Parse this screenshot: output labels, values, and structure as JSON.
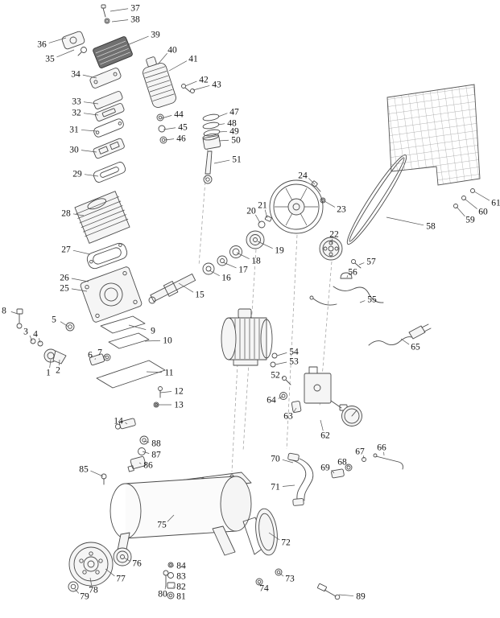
{
  "diagram": {
    "figure_type": "exploded-parts-diagram",
    "background_color": "#ffffff",
    "line_color": "#4a4a4a",
    "label_color": "#111111",
    "callouts": [
      [
        "1",
        60,
        463,
        63,
        447
      ],
      [
        "2",
        72,
        460,
        74,
        447
      ],
      [
        "3",
        32,
        412,
        40,
        424
      ],
      [
        "4",
        44,
        415,
        50,
        426
      ],
      [
        "5",
        67,
        397,
        85,
        406
      ],
      [
        "6",
        112,
        441,
        118,
        447
      ],
      [
        "7",
        124,
        438,
        131,
        444
      ],
      [
        "8",
        5,
        386,
        22,
        390
      ],
      [
        "9",
        190,
        411,
        160,
        404
      ],
      [
        "10",
        208,
        423,
        180,
        424
      ],
      [
        "11",
        210,
        463,
        182,
        462
      ],
      [
        "12",
        222,
        486,
        199,
        488
      ],
      [
        "13",
        222,
        503,
        193,
        503
      ],
      [
        "14",
        147,
        523,
        158,
        527
      ],
      [
        "15",
        248,
        366,
        222,
        352
      ],
      [
        "16",
        281,
        345,
        260,
        336
      ],
      [
        "17",
        302,
        335,
        277,
        326
      ],
      [
        "18",
        318,
        324,
        294,
        314
      ],
      [
        "19",
        347,
        311,
        320,
        300
      ],
      [
        "20",
        312,
        262,
        323,
        277
      ],
      [
        "21",
        326,
        255,
        332,
        271
      ],
      [
        "22",
        415,
        291,
        412,
        303
      ],
      [
        "23",
        424,
        260,
        403,
        250
      ],
      [
        "24",
        376,
        218,
        391,
        229
      ],
      [
        "25",
        80,
        358,
        108,
        362
      ],
      [
        "26",
        80,
        345,
        110,
        350
      ],
      [
        "27",
        82,
        310,
        112,
        316
      ],
      [
        "28",
        82,
        265,
        104,
        268
      ],
      [
        "29",
        96,
        216,
        122,
        219
      ],
      [
        "30",
        92,
        186,
        120,
        189
      ],
      [
        "31",
        92,
        161,
        120,
        163
      ],
      [
        "32",
        95,
        140,
        122,
        143
      ],
      [
        "33",
        95,
        126,
        122,
        129
      ],
      [
        "34",
        94,
        92,
        120,
        97
      ],
      [
        "35",
        62,
        73,
        92,
        62
      ],
      [
        "36",
        52,
        55,
        82,
        47
      ],
      [
        "37",
        168,
        10,
        137,
        14
      ],
      [
        "38",
        168,
        24,
        139,
        27
      ],
      [
        "39",
        193,
        43,
        158,
        56
      ],
      [
        "40",
        214,
        62,
        196,
        80
      ],
      [
        "41",
        240,
        73,
        210,
        88
      ],
      [
        "42",
        253,
        99,
        230,
        107
      ],
      [
        "43",
        269,
        105,
        240,
        112
      ],
      [
        "44",
        222,
        142,
        201,
        147
      ],
      [
        "45",
        227,
        158,
        203,
        161
      ],
      [
        "46",
        225,
        172,
        205,
        174
      ],
      [
        "47",
        291,
        139,
        271,
        145
      ],
      [
        "48",
        288,
        153,
        271,
        155
      ],
      [
        "49",
        291,
        163,
        272,
        164
      ],
      [
        "50",
        293,
        174,
        272,
        175
      ],
      [
        "51",
        294,
        198,
        266,
        203
      ],
      [
        "52",
        342,
        466,
        352,
        470
      ],
      [
        "53",
        365,
        449,
        342,
        453
      ],
      [
        "54",
        365,
        437,
        344,
        442
      ],
      [
        "55",
        462,
        372,
        447,
        376
      ],
      [
        "56",
        438,
        338,
        431,
        345
      ],
      [
        "57",
        461,
        325,
        446,
        329
      ],
      [
        "58",
        535,
        281,
        480,
        270
      ],
      [
        "59",
        584,
        273,
        567,
        257
      ],
      [
        "60",
        600,
        263,
        577,
        247
      ],
      [
        "61",
        616,
        252,
        589,
        238
      ],
      [
        "62",
        404,
        541,
        398,
        522
      ],
      [
        "63",
        358,
        517,
        368,
        507
      ],
      [
        "64",
        337,
        497,
        351,
        493
      ],
      [
        "65",
        516,
        431,
        498,
        421
      ],
      [
        "66",
        474,
        556,
        477,
        566
      ],
      [
        "67",
        447,
        561,
        452,
        570
      ],
      [
        "68",
        425,
        574,
        432,
        580
      ],
      [
        "69",
        404,
        581,
        415,
        588
      ],
      [
        "70",
        342,
        570,
        364,
        575
      ],
      [
        "71",
        342,
        605,
        366,
        603
      ],
      [
        "72",
        355,
        674,
        334,
        662
      ],
      [
        "73",
        360,
        719,
        347,
        712
      ],
      [
        "74",
        328,
        731,
        322,
        724
      ],
      [
        "75",
        201,
        652,
        216,
        640
      ],
      [
        "76",
        170,
        700,
        154,
        693
      ],
      [
        "77",
        150,
        719,
        131,
        707
      ],
      [
        "78",
        116,
        733,
        112,
        718
      ],
      [
        "79",
        105,
        741,
        93,
        732
      ],
      [
        "80",
        202,
        738,
        206,
        727
      ],
      [
        "81",
        225,
        741,
        215,
        741
      ],
      [
        "82",
        225,
        729,
        215,
        729
      ],
      [
        "83",
        225,
        716,
        215,
        716
      ],
      [
        "84",
        225,
        703,
        215,
        703
      ],
      [
        "85",
        104,
        583,
        128,
        592
      ],
      [
        "86",
        184,
        578,
        173,
        575
      ],
      [
        "87",
        194,
        565,
        177,
        561
      ],
      [
        "88",
        194,
        551,
        179,
        548
      ],
      [
        "89",
        448,
        741,
        421,
        739
      ]
    ]
  }
}
